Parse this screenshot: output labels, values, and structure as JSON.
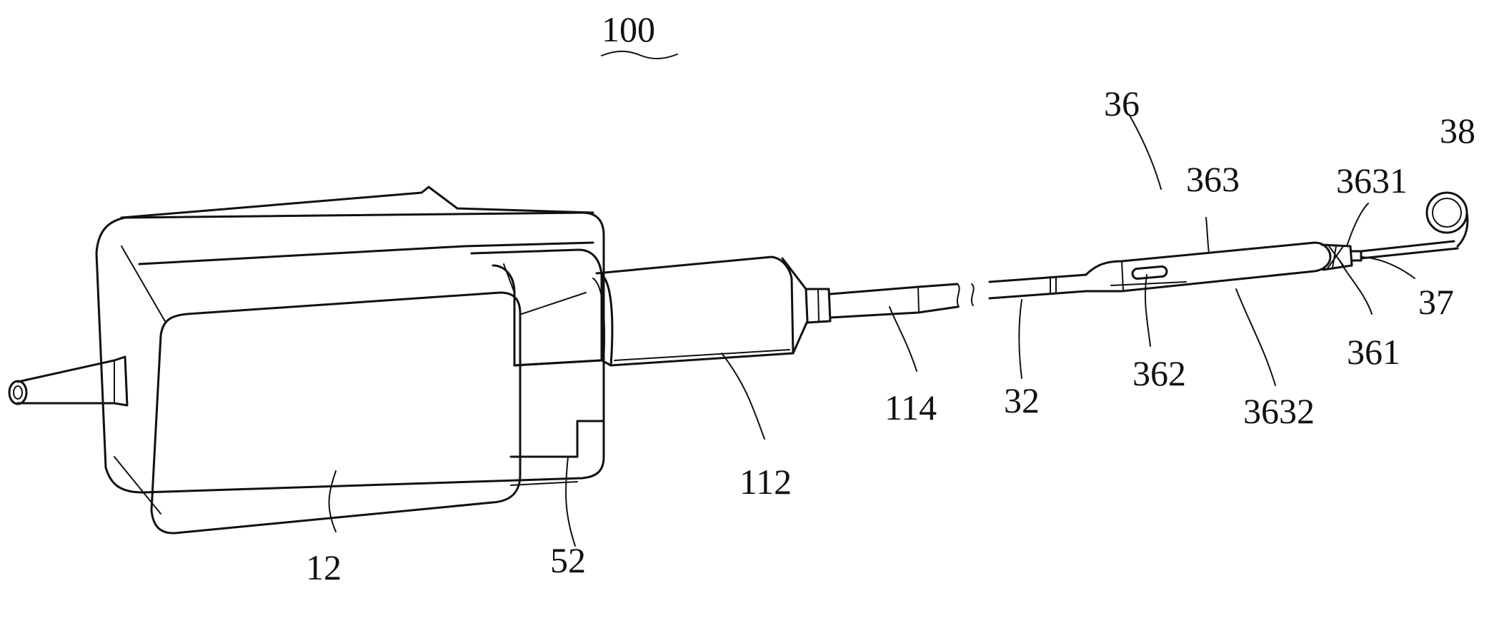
{
  "figure": {
    "reference_numeral": "100",
    "labels": {
      "housing": "12",
      "collar": "52",
      "hub": "112",
      "tube_shaft": "114",
      "inner_shaft": "32",
      "sleeve": "36",
      "sleeve_body": "363",
      "sleeve_window": "362",
      "sleeve_tip_section": "3631",
      "sleeve_main_section": "3632",
      "sleeve_tip": "361",
      "wire_joint": "37",
      "coil": "38"
    }
  },
  "colors": {
    "ink": "#111111",
    "background": "#ffffff"
  }
}
